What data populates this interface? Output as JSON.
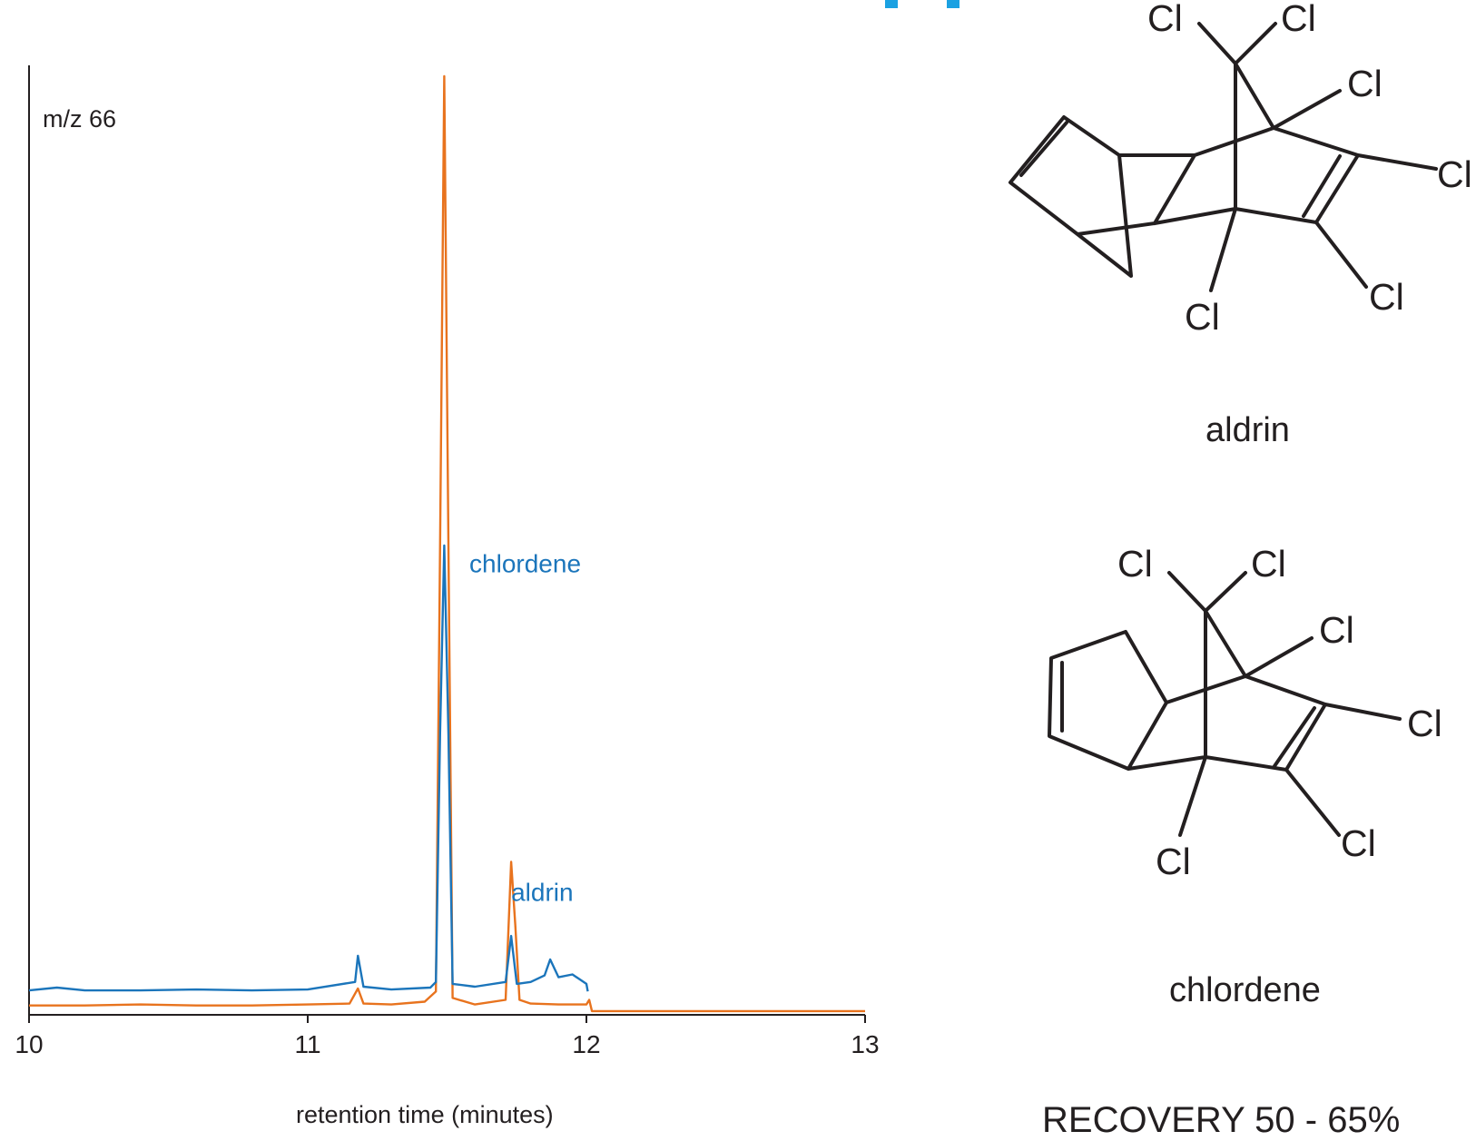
{
  "chart_data": {
    "type": "line",
    "annotation": "m/z 66",
    "xlabel": "retention time (minutes)",
    "ylabel": "",
    "xlim": [
      10,
      13
    ],
    "ylim": [
      0,
      100
    ],
    "x_ticks": [
      "10",
      "11",
      "12",
      "13"
    ],
    "grid": false,
    "peak_labels": [
      {
        "text": "chlordene",
        "x": 11.58,
        "y": 48
      },
      {
        "text": "aldrin",
        "x": 11.73,
        "y": 13
      }
    ],
    "series": [
      {
        "color": "#e8731e",
        "x": [
          10.0,
          10.2,
          10.4,
          10.6,
          10.8,
          11.0,
          11.15,
          11.18,
          11.2,
          11.3,
          11.42,
          11.46,
          11.475,
          11.49,
          11.505,
          11.52,
          11.6,
          11.71,
          11.73,
          11.745,
          11.76,
          11.8,
          11.9,
          12.0,
          12.01,
          12.02,
          12.5,
          13.0
        ],
        "y": [
          1.0,
          1.0,
          1.1,
          1.0,
          1.0,
          1.1,
          1.2,
          2.8,
          1.2,
          1.1,
          1.4,
          2.5,
          50,
          100,
          50,
          1.8,
          1.1,
          1.6,
          16.3,
          9.5,
          1.6,
          1.2,
          1.1,
          1.1,
          1.6,
          0.4,
          0.4,
          0.4
        ]
      },
      {
        "color": "#1b75bb",
        "x": [
          10.0,
          10.1,
          10.2,
          10.4,
          10.6,
          10.8,
          11.0,
          11.17,
          11.18,
          11.2,
          11.3,
          11.44,
          11.46,
          11.475,
          11.49,
          11.505,
          11.52,
          11.6,
          11.71,
          11.73,
          11.75,
          11.8,
          11.85,
          11.87,
          11.9,
          11.95,
          12.0,
          12.005
        ],
        "y": [
          2.6,
          2.9,
          2.6,
          2.6,
          2.7,
          2.6,
          2.7,
          3.5,
          6.3,
          3.0,
          2.7,
          2.9,
          3.5,
          30,
          50,
          30,
          3.3,
          3.0,
          3.5,
          8.4,
          3.3,
          3.5,
          4.2,
          5.9,
          4.0,
          4.3,
          3.3,
          2.5
        ]
      }
    ]
  },
  "structures": {
    "aldrin": {
      "name": "aldrin",
      "atom_label": "Cl"
    },
    "chlordene": {
      "name": "chlordene",
      "atom_label": "Cl"
    }
  },
  "recovery": "RECOVERY 50 - 65%",
  "colors": {
    "axis": "#231f20",
    "accent_blue": "#1ba1e2"
  }
}
